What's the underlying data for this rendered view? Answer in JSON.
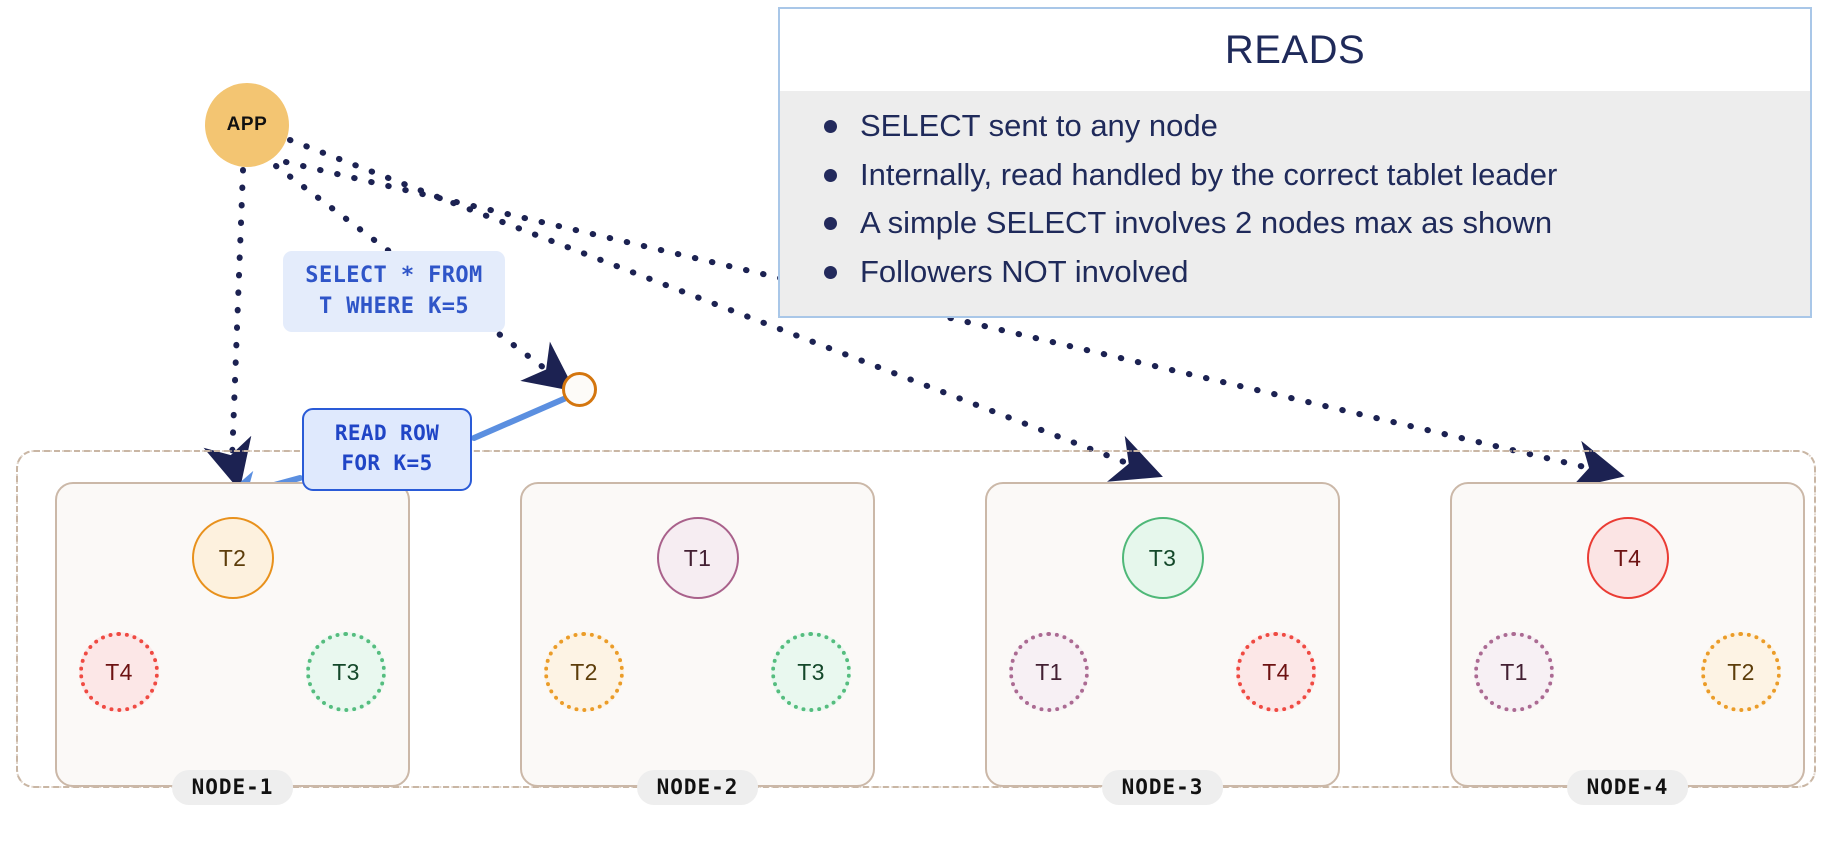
{
  "info_panel": {
    "title": "READS",
    "bullets": [
      "SELECT sent to any node",
      "Internally, read handled by the correct tablet leader",
      "A simple SELECT involves 2 nodes max as shown",
      "Followers NOT involved"
    ],
    "border_color": "#a9c7e8",
    "body_color": "#ededed",
    "title_color": "#1f2a5a"
  },
  "app": {
    "label": "APP",
    "color": "#f3c572"
  },
  "sql_bubble": {
    "line1": "SELECT * FROM",
    "line2": "T WHERE K=5",
    "text_color": "#2f55c8",
    "background": "#e4ecfb"
  },
  "read_bubble": {
    "line1": "READ ROW",
    "line2": "FOR K=5",
    "text_color": "#2045c6",
    "background": "#dfe9fd",
    "border_color": "#2a5bd7"
  },
  "cluster": {
    "border_color": "#c9b6a4"
  },
  "entry_dot": {
    "name": "query-entry-point",
    "border_color": "#d4760f"
  },
  "nodes": [
    {
      "label": "NODE-1",
      "leader": {
        "label": "T2",
        "role": "leader",
        "color": "#e8911c"
      },
      "followers": [
        {
          "label": "T4",
          "role": "follower",
          "color": "#ea3c34"
        },
        {
          "label": "T3",
          "role": "follower",
          "color": "#4fb878"
        }
      ]
    },
    {
      "label": "NODE-2",
      "leader": {
        "label": "T1",
        "role": "leader",
        "color": "#a9618b"
      },
      "followers": [
        {
          "label": "T2",
          "role": "follower",
          "color": "#e8911c"
        },
        {
          "label": "T3",
          "role": "follower",
          "color": "#4fb878"
        }
      ]
    },
    {
      "label": "NODE-3",
      "leader": {
        "label": "T3",
        "role": "leader",
        "color": "#4fb878"
      },
      "followers": [
        {
          "label": "T1",
          "role": "follower",
          "color": "#a9618b"
        },
        {
          "label": "T4",
          "role": "follower",
          "color": "#ea3c34"
        }
      ]
    },
    {
      "label": "NODE-4",
      "leader": {
        "label": "T4",
        "role": "leader",
        "color": "#ea3c34"
      },
      "followers": [
        {
          "label": "T1",
          "role": "follower",
          "color": "#a9618b"
        },
        {
          "label": "T2",
          "role": "follower",
          "color": "#e8911c"
        }
      ]
    }
  ],
  "connectors": {
    "dotted_color": "#1c2252",
    "solid_color": "#5b8fe0",
    "app_to_node1": "APP to NODE-1",
    "app_to_node2": "APP to NODE-2",
    "app_to_node3": "APP to NODE-3",
    "app_to_node4": "APP to NODE-4",
    "entry_to_leader": "NODE-2 entry to NODE-1 T2 leader"
  }
}
